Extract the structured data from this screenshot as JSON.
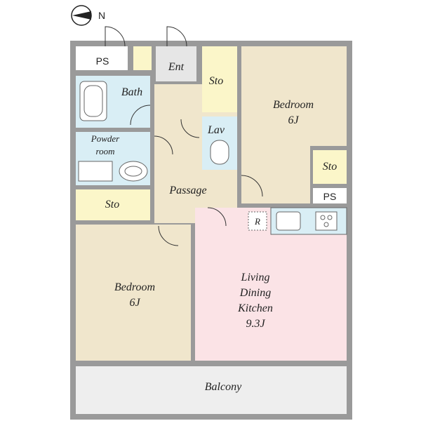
{
  "compass": {
    "letter": "N"
  },
  "rooms": {
    "ps_top": "PS",
    "entrance": "Ent",
    "bath": "Bath",
    "powder_room_line1": "Powder",
    "powder_room_line2": "room",
    "storage_left": "Sto",
    "storage_top": "Sto",
    "lavatory": "Lav",
    "passage": "Passage",
    "bedroom_right_name": "Bedroom",
    "bedroom_right_size": "6J",
    "storage_right": "Sto",
    "ps_right": "PS",
    "refrigerator": "R",
    "ldk_line1": "Living",
    "ldk_line2": "Dining",
    "ldk_line3": "Kitchen",
    "ldk_size": "9.3J",
    "bedroom_left_name": "Bedroom",
    "bedroom_left_size": "6J",
    "balcony": "Balcony"
  },
  "colors": {
    "wall": "#9a9a9a",
    "room_beige": "#f0e6cc",
    "ldk_pink": "#fbe3e6",
    "bath_blue": "#d9eef5",
    "storage_yellow": "#fbf6c9",
    "balcony_gray": "#eeeeee",
    "entrance_gray": "#e6e6e6"
  }
}
